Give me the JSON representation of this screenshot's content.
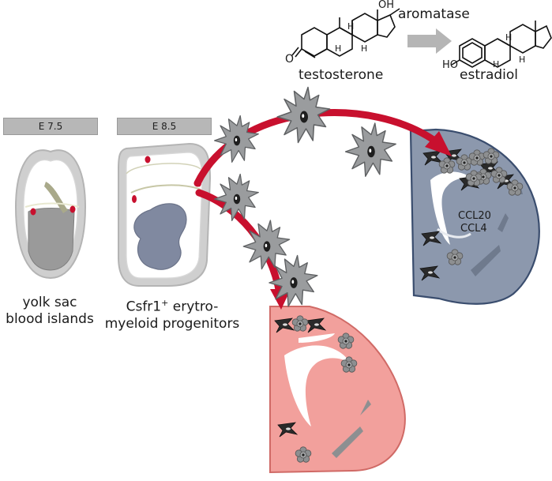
{
  "stage_labels": [
    "E 7.5",
    "E 8.5"
  ],
  "captions": {
    "yolk_sac": [
      "yolk sac",
      "blood islands"
    ],
    "progenitors_line1": "Csfr1",
    "progenitors_sup": "+",
    "progenitors_line1_rest": " erytro-",
    "progenitors_line2": "myeloid progenitors"
  },
  "chemistry": {
    "substrate": "testosterone",
    "product": "estradiol",
    "enzyme": "aromatase",
    "oh_label": "OH",
    "ho_label": "HO",
    "o_label": "O",
    "h_label": "H"
  },
  "chemokines": [
    "CCL20",
    "CCL4"
  ],
  "colors": {
    "arrow_red": "#c8102e",
    "cell_gray": "#9a9c9e",
    "blue_organ": "#8c98ad",
    "pink_organ": "#f2a09c",
    "badge_gray": "#b7b7b7",
    "gray_arrow": "#b5b5b5"
  }
}
